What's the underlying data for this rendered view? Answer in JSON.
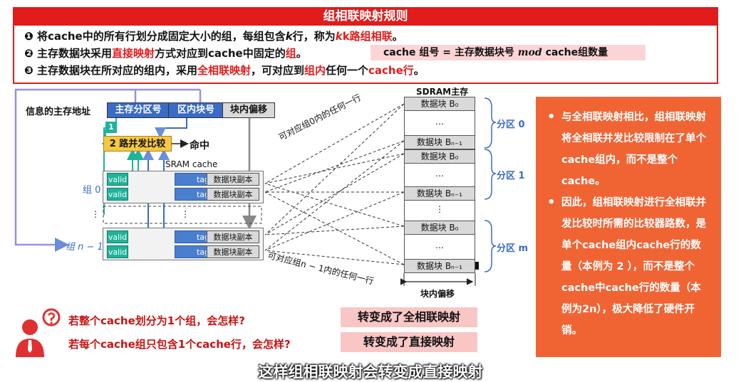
{
  "title": "组相联映射规则",
  "rules": {
    "r1_num": "❶",
    "r1_a": "将cache中的所有行划分成固定大小的组，每组包含",
    "r1_k": "k",
    "r1_b": "行，称为",
    "r1_red": "k路组相联",
    "r1_c": "。",
    "r2_num": "❷",
    "r2_a": "主存数据块采用",
    "r2_red": "直接映射",
    "r2_b": "方式对应到cache中固定的",
    "r2_red2": "组",
    "r2_c": "。",
    "formula_a": "cache 组号 = 主存数据块号",
    "formula_mod": "mod",
    "formula_b": "cache组数量",
    "r3_num": "❸",
    "r3_a": "主存数据块在所对应的组内，采用",
    "r3_red": "全相联映射",
    "r3_b": "，可对应到",
    "r3_red2": "组内",
    "r3_c": "任何一个",
    "r3_red3": "cache行",
    "r3_d": "。"
  },
  "diagram": {
    "addr_label": "信息的主存地址",
    "addr_fields": [
      "主存分区号",
      "区内块号",
      "块内偏移"
    ],
    "marker_1": "1",
    "comparator": "2 路并发比较",
    "hit": "命中",
    "sram_title": "SRAM cache",
    "group0": "组 0",
    "group_n1": "组 n − 1",
    "dots": "⋮",
    "valid": "valid",
    "tag": "tag",
    "copy": "数据块副本",
    "diag_text_top": "可对应组0内的任何一行",
    "diag_text_bottom": "可对应组n − 1内的任何一行",
    "sdram_title": "SDRAM主存",
    "block_b0": "数据块 B₀",
    "block_bn1": "数据块 Bₙ₋₁",
    "ellipsis": "…",
    "partitions": [
      "分区 0",
      "分区 1",
      "分区 m"
    ],
    "offset_label": "块内偏移"
  },
  "explain": {
    "p1": "与全相联映射相比，组相联映射将全相联并发比较限制在了单个cache组内，而不是整个cache。",
    "p2": "因此，组相联映射进行全相联并发比较时所需的比较器路数，是单个cache组内cache行的数量（本例为 2 ），而不是整个cache中cache行的数量（本例为2n），极大降低了硬件开销。"
  },
  "qa": [
    {
      "q": "若整个cache划分为1个组，会怎样?",
      "a": "转变成了全相联映射"
    },
    {
      "q": "若每个cache组只包含1个cache行，会怎样?",
      "a": "转变成了直接映射"
    }
  ],
  "subtitle": "这样组相联映射会转变成直接映射",
  "colors": {
    "accent_red": "#e21b1b",
    "blue": "#3a6bc7",
    "teal": "#1eb39a",
    "orange": "#f06434",
    "yellow": "#f6c842"
  }
}
